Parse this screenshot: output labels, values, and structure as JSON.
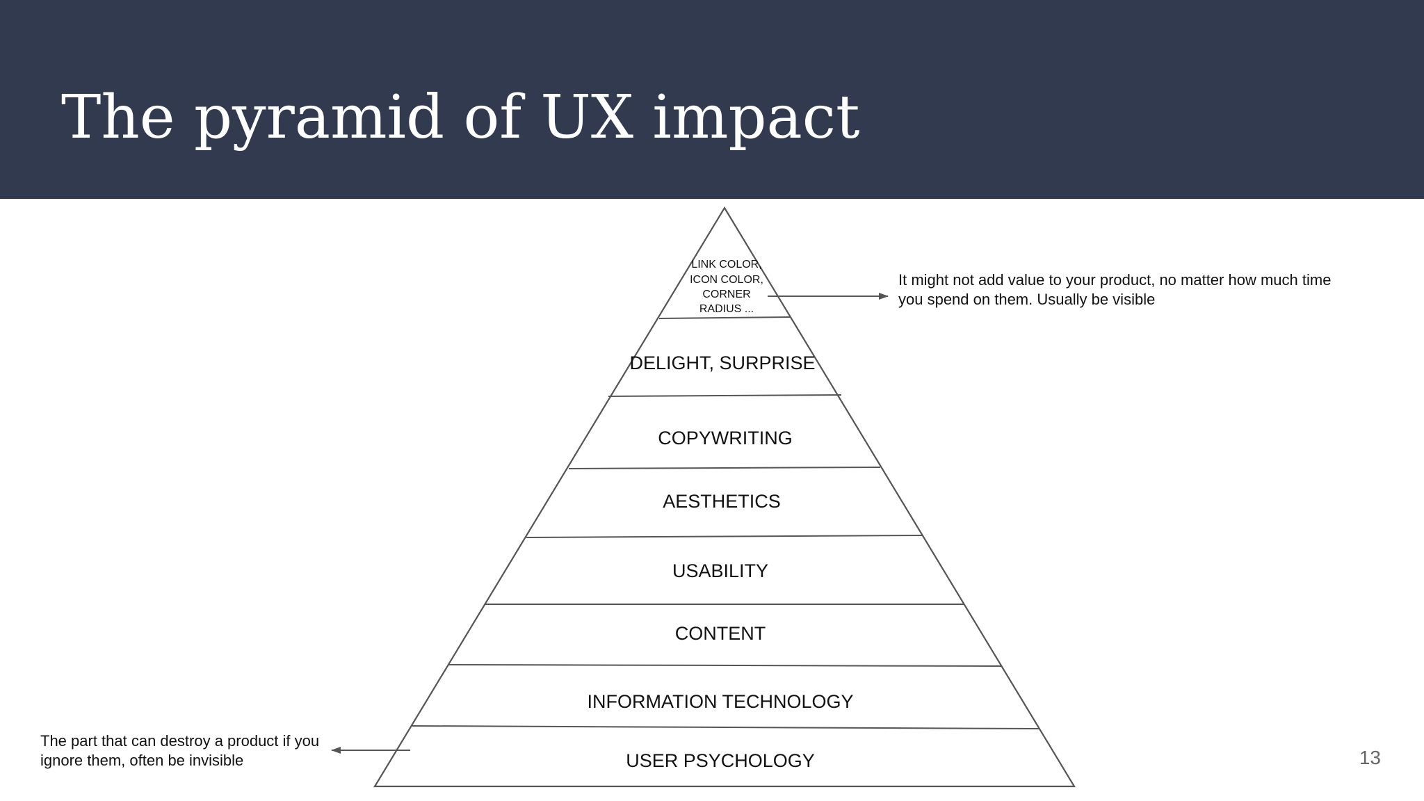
{
  "slide": {
    "title": "The pyramid of UX impact",
    "page_number": "13"
  },
  "pyramid": {
    "top_label_lines": [
      "LINK COLOR,",
      "ICON COLOR,",
      "CORNER",
      "RADIUS ..."
    ],
    "layers": [
      {
        "label": "DELIGHT, SURPRISE"
      },
      {
        "label": "COPYWRITING"
      },
      {
        "label": "AESTHETICS"
      },
      {
        "label": "USABILITY"
      },
      {
        "label": "CONTENT"
      },
      {
        "label": "INFORMATION TECHNOLOGY"
      },
      {
        "label": "USER PSYCHOLOGY"
      }
    ]
  },
  "annotations": {
    "top_note": "It might not add value to your product, no matter how much time you spend on them. Usually be visible",
    "bottom_note": "The part that can destroy a product if you ignore them, often be invisible"
  },
  "colors": {
    "header_bg": "#313a4e",
    "title_text": "#ffffff",
    "line": "#555555",
    "page_number": "#666666"
  }
}
